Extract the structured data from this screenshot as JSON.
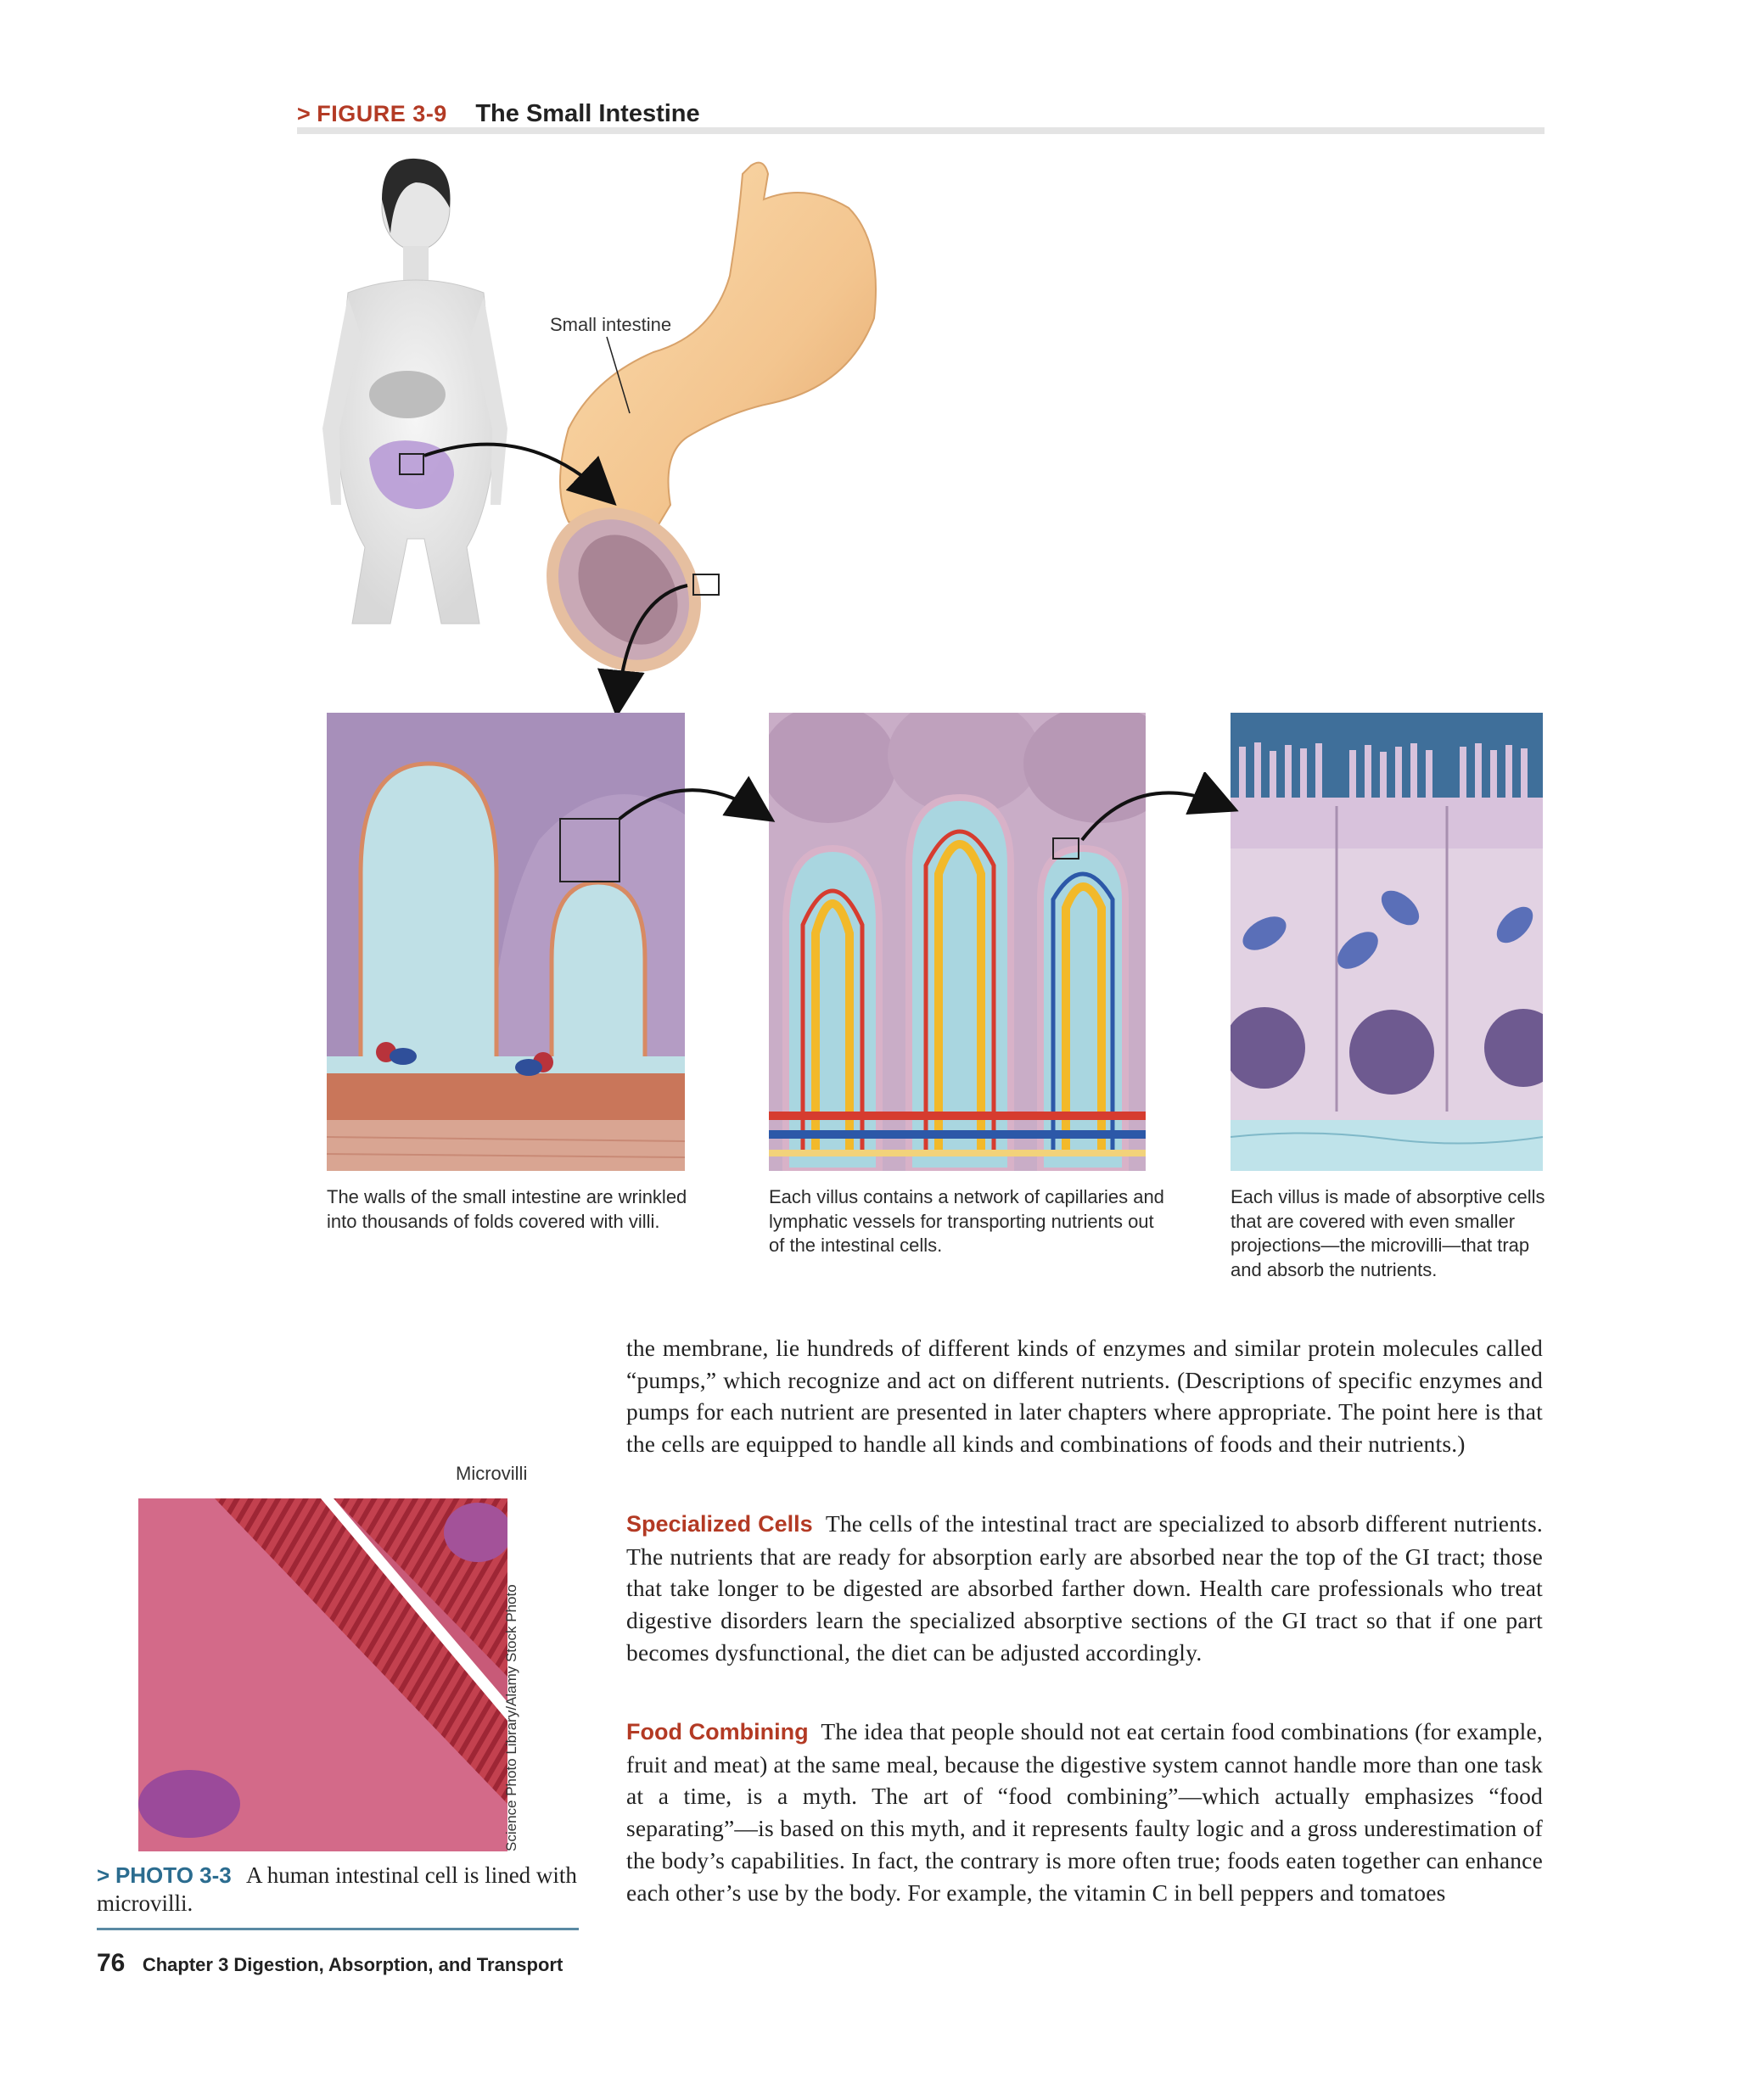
{
  "figure": {
    "marker": ">",
    "number": "FIGURE 3-9",
    "title": "The Small Intestine",
    "label_small_intestine": "Small intestine",
    "captions": [
      "The walls of the small intestine are wrinkled into thousands of folds covered with villi.",
      "Each villus contains a network of capillaries and lymphatic vessels for transporting nutrients out of the intestinal cells.",
      "Each villus is made of absorptive cells that are covered with even smaller projections—the microvilli—that trap and absorb the nutrients."
    ]
  },
  "body": {
    "para1": "the membrane, lie hundreds of different kinds of enzymes and similar protein molecules called “pumps,” which recognize and act on different nutrients. (Descriptions of specific enzymes and pumps for each nutrient are presented in later chapters where appropriate. The point here is that the cells are equipped to handle all kinds and combinations of foods and their nutrients.)",
    "para2_heading": "Specialized Cells",
    "para2": "The cells of the intestinal tract are specialized to absorb different nutrients. The nutrients that are ready for absorption early are absorbed near the top of the GI tract; those that take longer to be digested are absorbed farther down. Health care professionals who treat digestive disorders learn the specialized absorptive sections of the GI tract so that if one part becomes dysfunctional, the diet can be adjusted accordingly.",
    "para3_heading": "Food Combining",
    "para3": "The idea that people should not eat certain food combinations (for example, fruit and meat) at the same meal, because the digestive system cannot handle more than one task at a time, is a myth. The art of “food combining”—which actually emphasizes “food separating”—is based on this myth, and it represents faulty logic and a gross underestimation of the body’s capabilities. In fact, the contrary is more often true; foods eaten together can enhance each other’s use by the body. For example, the vitamin C in bell peppers and tomatoes"
  },
  "photo": {
    "label_microvilli": "Microvilli",
    "credit": "Science Photo Library/Alamy Stock Photo",
    "caption_marker": ">",
    "caption_number": "PHOTO 3-3",
    "caption_text": "A human intestinal cell is lined with microvilli."
  },
  "footer": {
    "page_number": "76",
    "chapter": "Chapter 3  Digestion, Absorption, and Transport"
  },
  "colors": {
    "accent_red": "#b33a24",
    "accent_blue": "#2b6c8f"
  }
}
